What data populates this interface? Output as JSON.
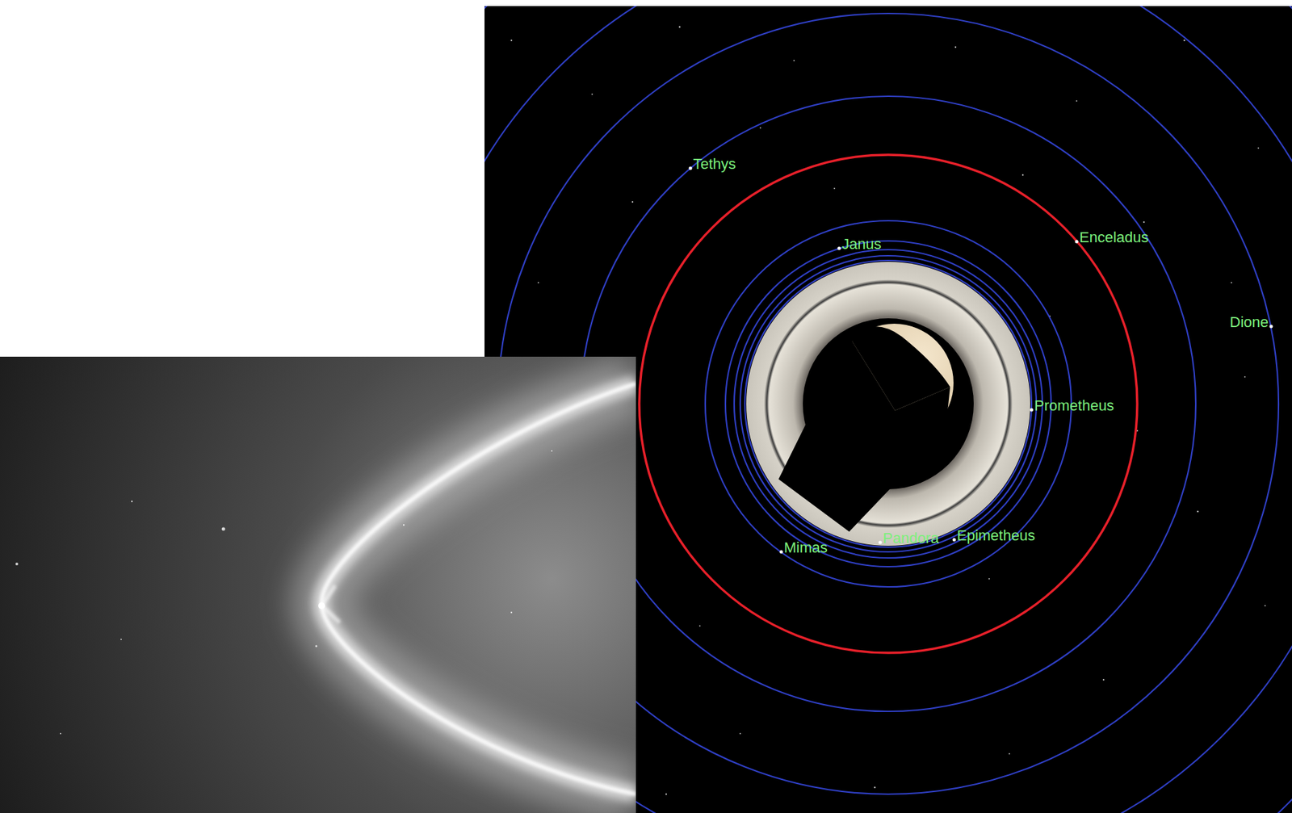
{
  "diagram": {
    "labels": [
      "Tethys",
      "Janus",
      "Enceladus",
      "Dione",
      "Prometheus",
      "Mimas",
      "Pandora",
      "Epimetheus"
    ]
  }
}
